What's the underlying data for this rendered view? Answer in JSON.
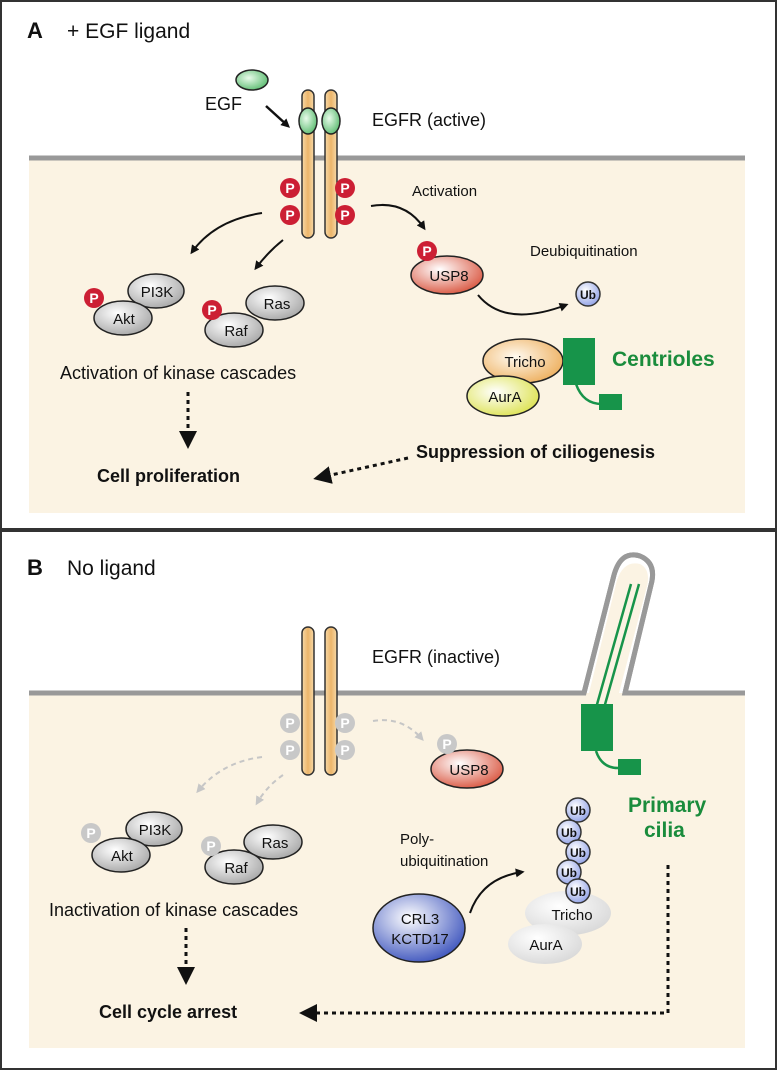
{
  "colors": {
    "cytoplasm": "#fbf3e3",
    "membrane": "#999999",
    "receptor": "#eeb86f",
    "phospho_active": "#cc1f34",
    "phospho_inactive": "#c8c8c8",
    "centriole": "#17944a",
    "label_green": "#1a8c3c",
    "ubiquitin": "#b9c4f0",
    "crl3": "#3f55c4"
  },
  "panel_a": {
    "letter": "A",
    "title": "+ EGF ligand",
    "egf_label": "EGF",
    "receptor_label": "EGFR (active)",
    "phospho": "P",
    "activation_label": "Activation",
    "usp8_label": "USP8",
    "deubiquitination_label": "Deubiquitination",
    "ub_label": "Ub",
    "pi3k_label": "PI3K",
    "akt_label": "Akt",
    "ras_label": "Ras",
    "raf_label": "Raf",
    "tricho_label": "Tricho",
    "aura_label": "AurA",
    "centrioles_label": "Centrioles",
    "cascade_label": "Activation of kinase cascades",
    "proliferation_label": "Cell proliferation",
    "suppression_label": "Suppression of ciliogenesis"
  },
  "panel_b": {
    "letter": "B",
    "title": "No ligand",
    "receptor_label": "EGFR (inactive)",
    "phospho": "P",
    "usp8_label": "USP8",
    "pi3k_label": "PI3K",
    "akt_label": "Akt",
    "ras_label": "Ras",
    "raf_label": "Raf",
    "polyub_line1": "Poly-",
    "polyub_line2": "ubiquitination",
    "crl3_line1": "CRL3",
    "crl3_line2": "KCTD17",
    "ub_label": "Ub",
    "tricho_label": "Tricho",
    "aura_label": "AurA",
    "primary_line1": "Primary",
    "primary_line2": "cilia",
    "cascade_label": "Inactivation of kinase cascades",
    "arrest_label": "Cell cycle arrest"
  }
}
